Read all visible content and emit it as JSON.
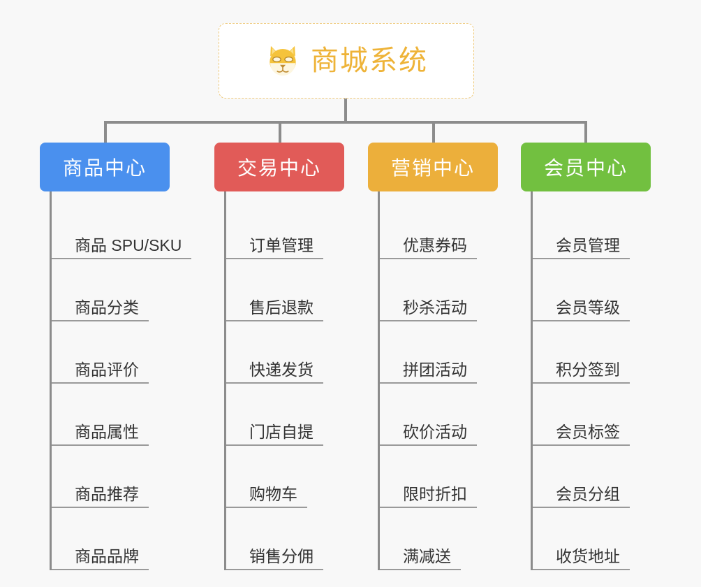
{
  "page": {
    "background_color": "#f8f8f8",
    "type": "organization-mindmap"
  },
  "root": {
    "title": "商城系统",
    "icon": "shiba-dog-face-icon",
    "text_color": "#eeb338",
    "border_color": "#eec97a",
    "background_color": "#ffffff"
  },
  "connector": {
    "color": "#8c8c8c"
  },
  "columns": [
    {
      "header": "商品中心",
      "color": "#4a90ee",
      "items": [
        "商品 SPU/SKU",
        "商品分类",
        "商品评价",
        "商品属性",
        "商品推荐",
        "商品品牌"
      ]
    },
    {
      "header": "交易中心",
      "color": "#e15b58",
      "items": [
        "订单管理",
        "售后退款",
        "快递发货",
        "门店自提",
        "购物车",
        "销售分佣"
      ]
    },
    {
      "header": "营销中心",
      "color": "#ecaf3b",
      "items": [
        "优惠券码",
        "秒杀活动",
        "拼团活动",
        "砍价活动",
        "限时折扣",
        "满减送"
      ]
    },
    {
      "header": "会员中心",
      "color": "#72c040",
      "items": [
        "会员管理",
        "会员等级",
        "积分签到",
        "会员标签",
        "会员分组",
        "收货地址"
      ]
    }
  ]
}
